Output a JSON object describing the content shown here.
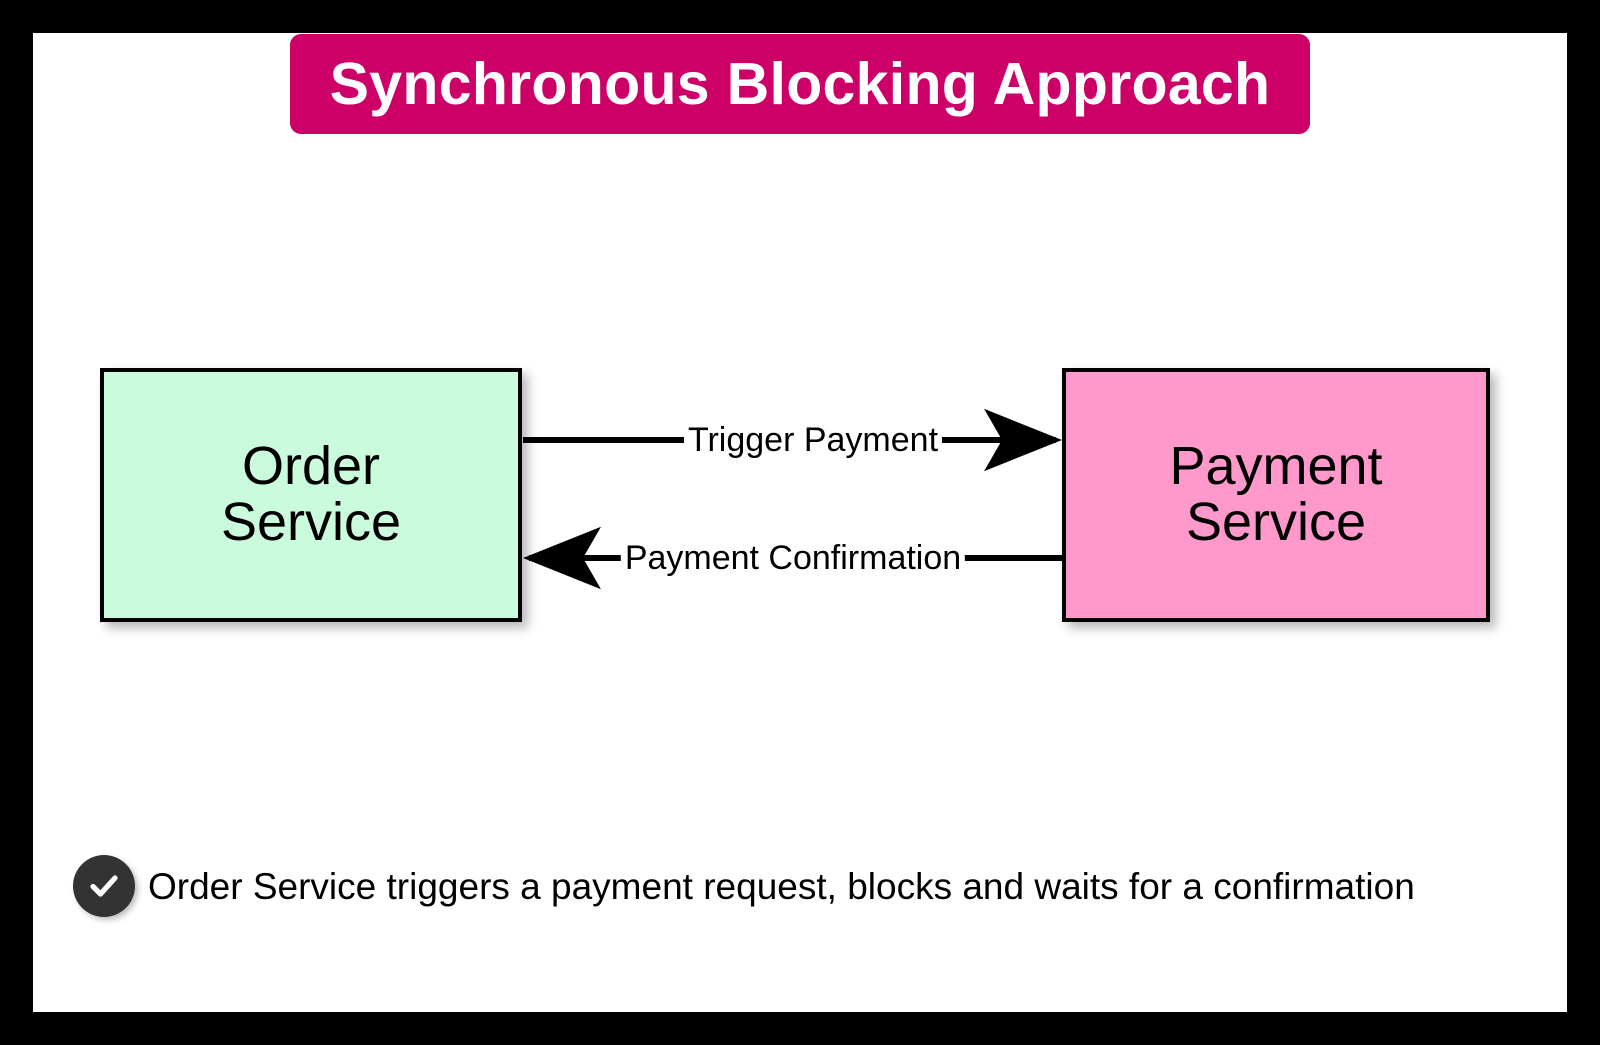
{
  "page": {
    "frame_color": "#000000",
    "canvas_color": "#ffffff"
  },
  "title": {
    "text": "Synchronous Blocking Approach",
    "background_color": "#cc0066",
    "text_color": "#ffffff"
  },
  "diagram": {
    "type": "flow-diagram",
    "nodes": [
      {
        "id": "order-service",
        "label": "Order\nService",
        "fill_color": "#cbfbdd",
        "border_color": "#000000"
      },
      {
        "id": "payment-service",
        "label": "Payment\nService",
        "fill_color": "#ff99cc",
        "border_color": "#000000"
      }
    ],
    "edges": [
      {
        "id": "trigger-payment",
        "label": "Trigger Payment",
        "from": "order-service",
        "to": "payment-service",
        "direction": "right",
        "color": "#000000"
      },
      {
        "id": "payment-confirmation",
        "label": "Payment Confirmation",
        "from": "payment-service",
        "to": "order-service",
        "direction": "left",
        "color": "#000000"
      }
    ]
  },
  "footer": {
    "icon": "check-circle-icon",
    "badge_color": "#333333",
    "check_color": "#ffffff",
    "text": "Order Service triggers a payment request, blocks and waits for a confirmation"
  }
}
